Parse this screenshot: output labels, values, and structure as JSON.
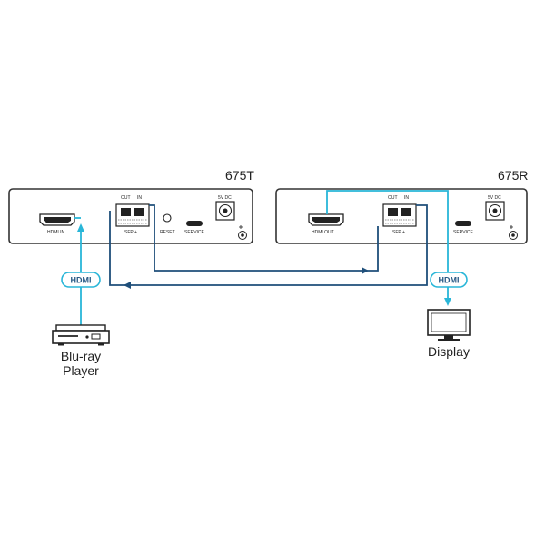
{
  "devices": {
    "transmitter": {
      "model": "675T",
      "ports": {
        "hdmi_in": "HDMI IN",
        "sfp_out": "OUT",
        "sfp_in": "IN",
        "sfp": "SFP +",
        "reset": "RESET",
        "service": "SERVICE",
        "power": "5V DC"
      }
    },
    "receiver": {
      "model": "675R",
      "ports": {
        "hdmi_out": "HDMI OUT",
        "sfp_out": "OUT",
        "sfp_in": "IN",
        "sfp": "SFP +",
        "service": "SERVICE",
        "power": "5V DC"
      }
    }
  },
  "connections": {
    "source_badge": "HDMI",
    "display_badge": "HDMI"
  },
  "endpoints": {
    "source": {
      "line1": "Blu-ray",
      "line2": "Player",
      "icon": "blu-ray-player-icon"
    },
    "display": {
      "label": "Display",
      "icon": "display-monitor-icon"
    }
  },
  "colors": {
    "hdmi_line": "#29b6d8",
    "fiber_line": "#1f4f7a",
    "badge_text": "#2a5a86",
    "device_outline": "#333333"
  }
}
